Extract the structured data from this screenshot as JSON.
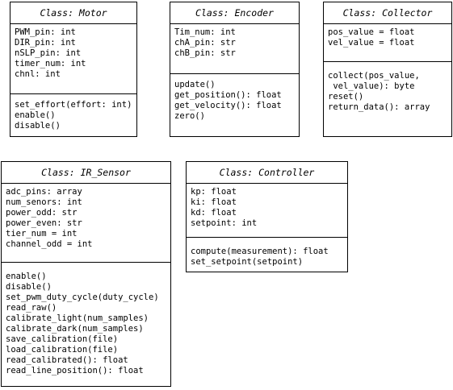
{
  "classes": {
    "motor": {
      "title": "Class: Motor",
      "attributes": [
        "PWM_pin: int",
        "DIR_pin: int",
        "nSLP_pin: int",
        "timer_num: int",
        "chnl: int"
      ],
      "methods": [
        "set_effort(effort: int)",
        "enable()",
        "disable()"
      ]
    },
    "encoder": {
      "title": "Class: Encoder",
      "attributes": [
        "Tim_num: int",
        "chA_pin: str",
        "chB_pin: str"
      ],
      "methods": [
        "update()",
        "get_position(): float",
        "get_velocity(): float",
        "zero()"
      ]
    },
    "collector": {
      "title": "Class: Collector",
      "attributes": [
        "pos_value = float",
        "vel_value = float"
      ],
      "methods": [
        "collect(pos_value,",
        " vel_value): byte",
        "reset()",
        "return_data(): array"
      ]
    },
    "ir_sensor": {
      "title": "Class: IR_Sensor",
      "attributes": [
        "adc_pins: array",
        "num_senors: int",
        "power_odd: str",
        "power_even: str",
        "tier_num = int",
        "channel_odd = int"
      ],
      "methods": [
        "enable()",
        "disable()",
        "set_pwm_duty_cycle(duty_cycle)",
        "read_raw()",
        "calibrate_light(num_samples)",
        "calibrate_dark(num_samples)",
        "save_calibration(file)",
        "load_calibration(file)",
        "read_calibrated(): float",
        "read_line_position(): float"
      ]
    },
    "controller": {
      "title": "Class: Controller",
      "attributes": [
        "kp: float",
        "ki: float",
        "kd: float",
        "setpoint: int"
      ],
      "methods": [
        "compute(measurement): float",
        "set_setpoint(setpoint)"
      ]
    }
  }
}
